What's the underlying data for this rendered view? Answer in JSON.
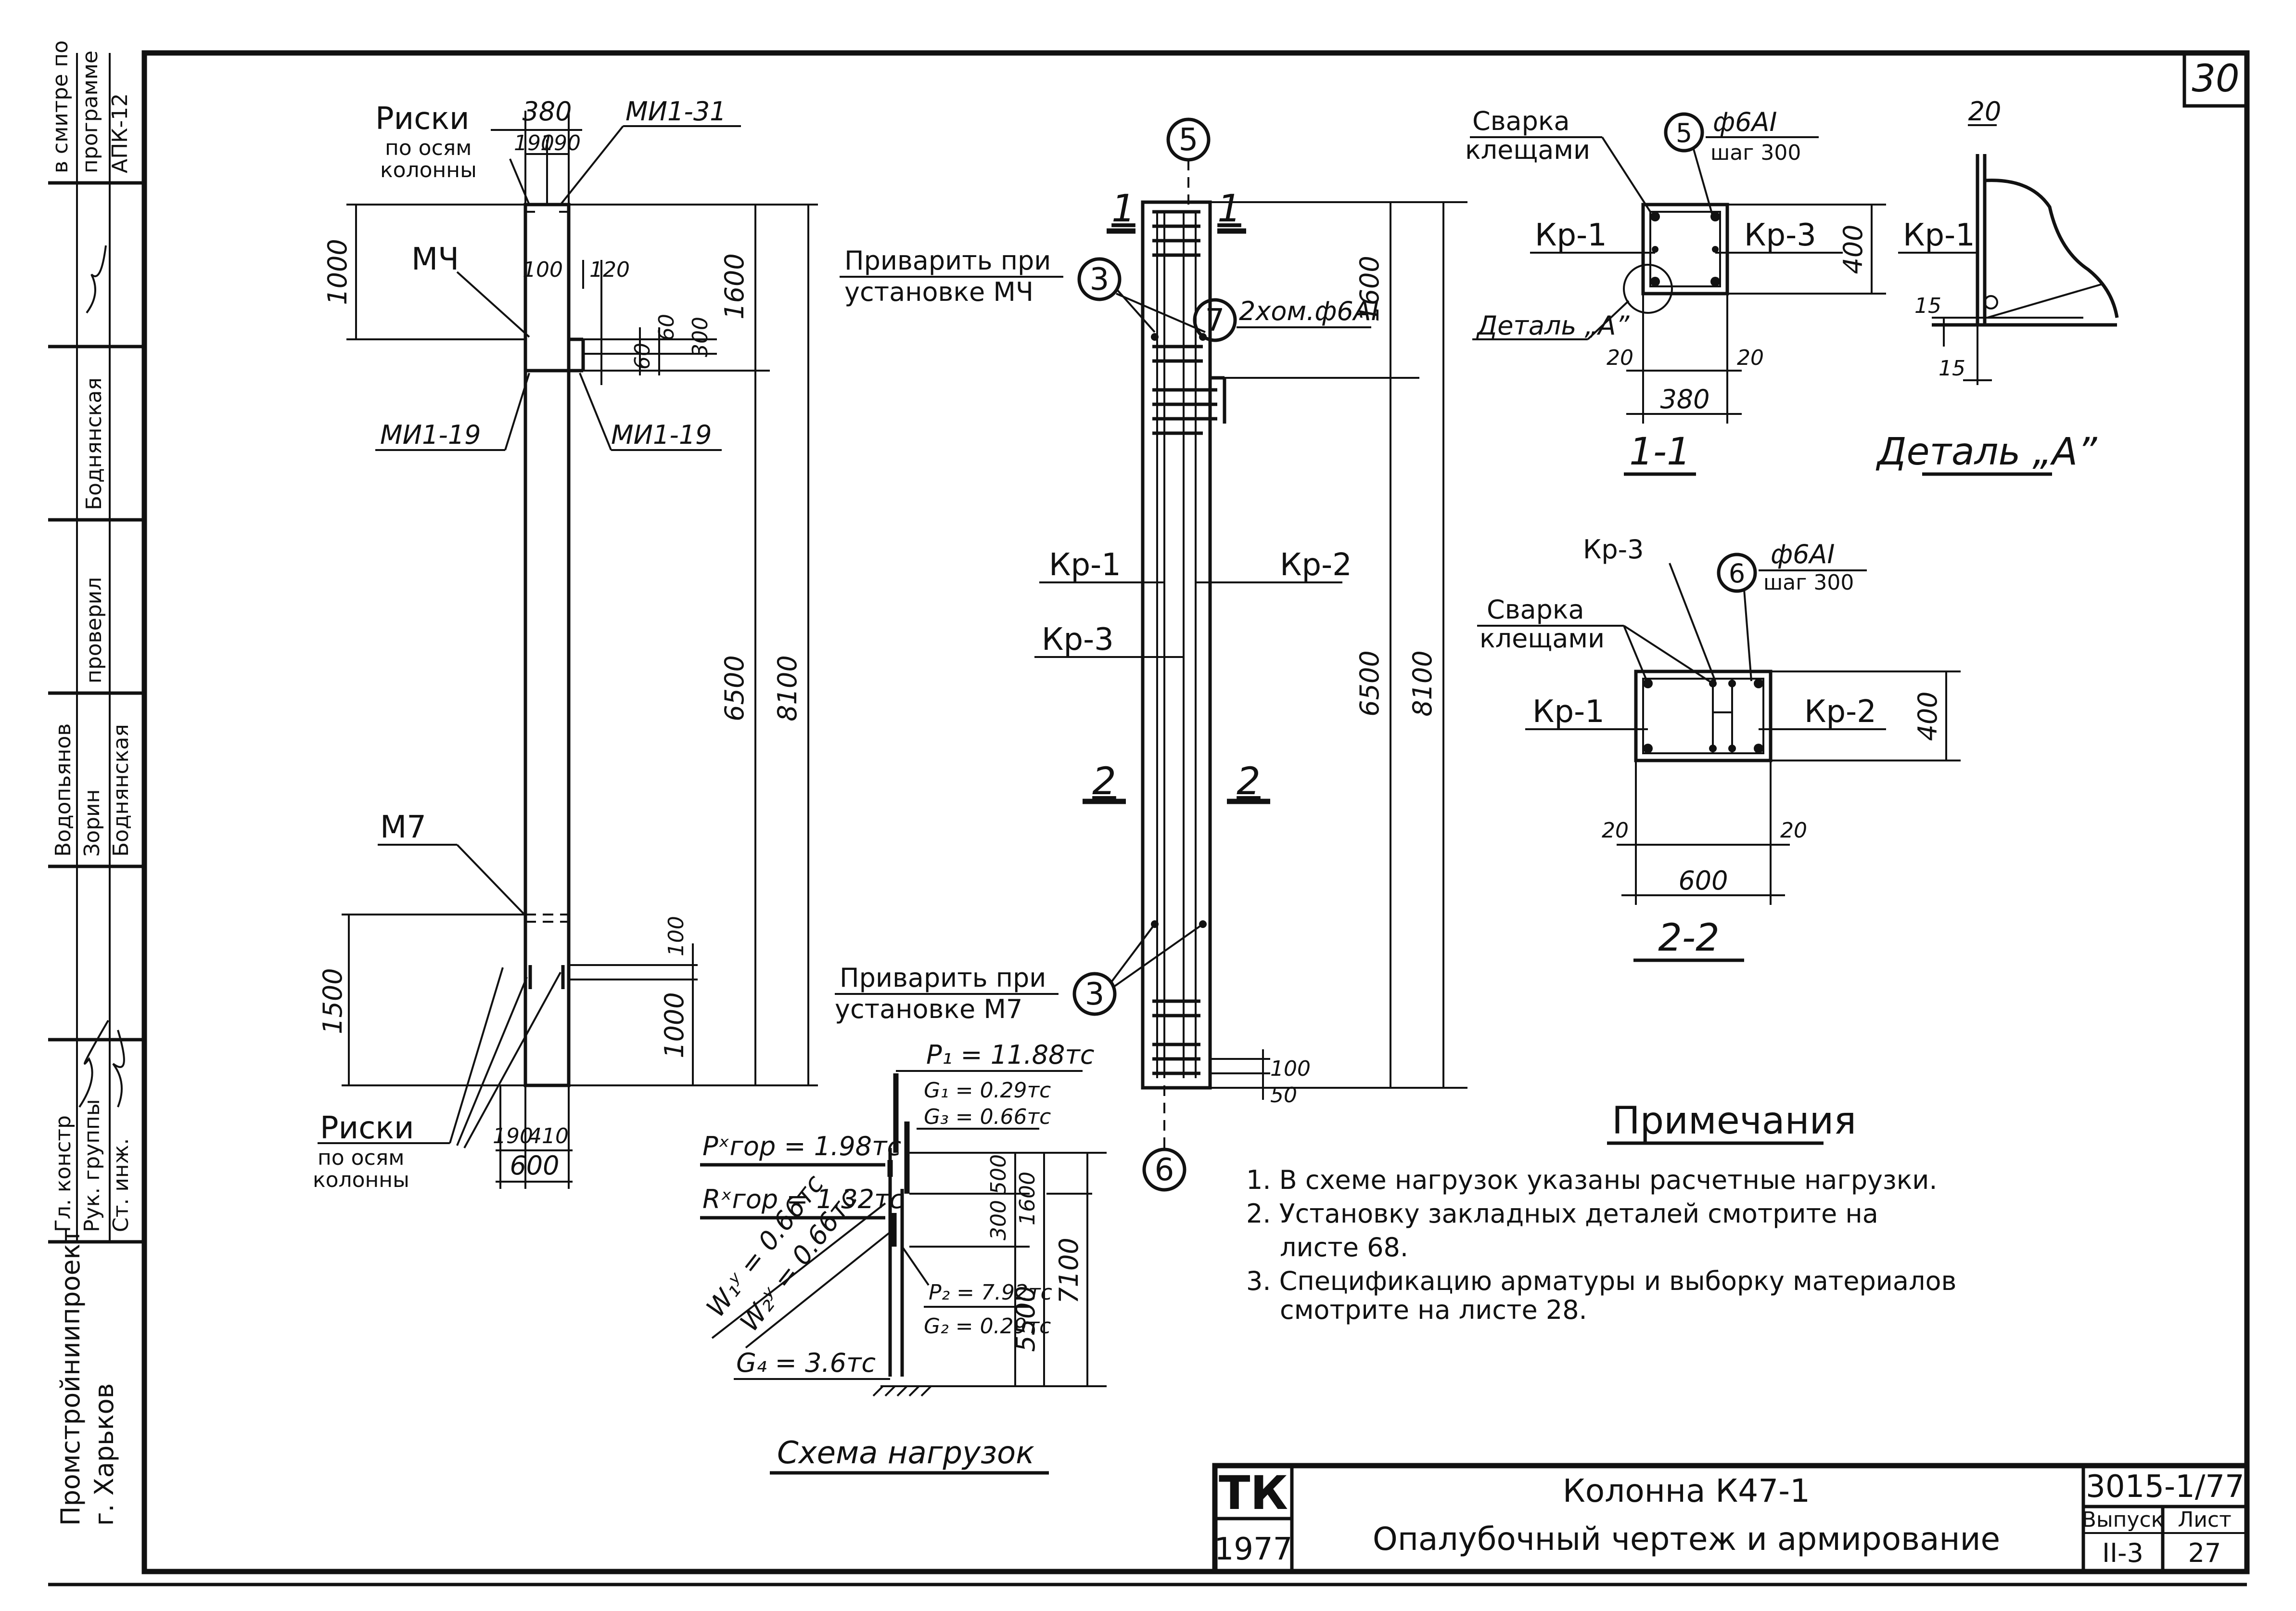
{
  "sheet": {
    "page_number": "30"
  },
  "stamp_strip": {
    "approval": [
      "в смитре по",
      "программе",
      "АПК-12"
    ],
    "roles": [
      "Гл. констр",
      "Рук. группы",
      "Ст. инж.",
      "проверил"
    ],
    "names": [
      "Водопьянов",
      "Зорин",
      "Боднянская",
      "Боднянская"
    ],
    "institute": [
      "Промстройниипроект",
      "г. Харьков"
    ]
  },
  "elevation": {
    "top_labels": {
      "marks": "Риски",
      "marks_sub1": "по осям",
      "marks_sub2": "колонны",
      "part_top": "МИ1-31",
      "mch": "МЧ",
      "part_left": "МИ1-19",
      "part_right": "МИ1-19",
      "m7": "М7"
    },
    "bottom_labels": {
      "marks": "Риски",
      "marks_sub1": "по осям",
      "marks_sub2": "колонны"
    },
    "dims": {
      "top_width": "380",
      "top_l": "190",
      "top_r": "190",
      "d1000": "1000",
      "d100": "100",
      "d120": "120",
      "d60a": "60",
      "d60b": "60",
      "d300": "300",
      "d1600": "1600",
      "d6500": "6500",
      "d8100": "8100",
      "d1500": "1500",
      "b100": "100",
      "b1000": "1000",
      "b190": "190",
      "b410": "410",
      "b600": "600"
    }
  },
  "rebar_view": {
    "axis_top": "5",
    "axis_bottom": "6",
    "sec1": "1",
    "sec2": "2",
    "weld_mch_1": "Приварить при",
    "weld_mch_2": "установке МЧ",
    "weld_m7_1": "Приварить при",
    "weld_m7_2": "установке М7",
    "pos3": "3",
    "pos7": "7",
    "clamp": "2хом.ф6АI",
    "kr1": "Кр-1",
    "kr2": "Кр-2",
    "kr3": "Кр-3",
    "d1600": "1600",
    "d6500": "6500",
    "d8100": "8100",
    "d100": "100",
    "d50": "50"
  },
  "section_1_1": {
    "title": "1-1",
    "weld1": "Сварка",
    "weld2": "клещами",
    "pos": "5",
    "bar": "ф6АI",
    "step": "шаг 300",
    "kr1": "Кр-1",
    "kr3": "Кр-3",
    "detail": "Деталь „А”",
    "d400": "400",
    "d20l": "20",
    "d20r": "20",
    "d380": "380"
  },
  "detail_a": {
    "title": "Деталь „А”",
    "kr1": "Кр-1",
    "d20": "20",
    "d15a": "15",
    "d15b": "15"
  },
  "section_2_2": {
    "title": "2-2",
    "weld1": "Сварка",
    "weld2": "клещами",
    "kr3": "Кр-3",
    "pos": "6",
    "bar": "ф6АI",
    "step": "шаг 300",
    "kr1": "Кр-1",
    "kr2": "Кр-2",
    "d400": "400",
    "d20l": "20",
    "d20r": "20",
    "d600": "600"
  },
  "load_scheme": {
    "title": "Схема нагрузок",
    "p1": "P₁ = 11.88тс",
    "g1": "G₁ = 0.29тс",
    "g3": "G₃ = 0.66тс",
    "px": "Pˣгор = 1.98тс",
    "rx": "Rˣгор = 1.32тс",
    "w1": "W₁ʸ = 0.66тс",
    "w2": "W₂ʸ = 0.66тс",
    "p2": "P₂ = 7.92тс",
    "g2": "G₂ = 0.29тс",
    "g4": "G₄ = 3.6тс",
    "d500": "500",
    "d300": "300",
    "d1600": "1600",
    "d5500": "5500",
    "d7100": "7100"
  },
  "notes": {
    "title": "Примечания",
    "lines": [
      "1. В схеме нагрузок указаны расчетные нагрузки.",
      "2. Установку закладных деталей смотрите на",
      "листе 68.",
      "3. Спецификацию арматуры и выборку материалов",
      "смотрите на листе 28."
    ]
  },
  "title_block": {
    "logo": "ТК",
    "year": "1977",
    "name": "Колонна К47-1",
    "subtitle": "Опалубочный чертеж и армирование",
    "code": "3015-1/77",
    "issue_label": "Выпуск",
    "issue": "II-3",
    "sheet_label": "Лист",
    "sheet": "27"
  }
}
